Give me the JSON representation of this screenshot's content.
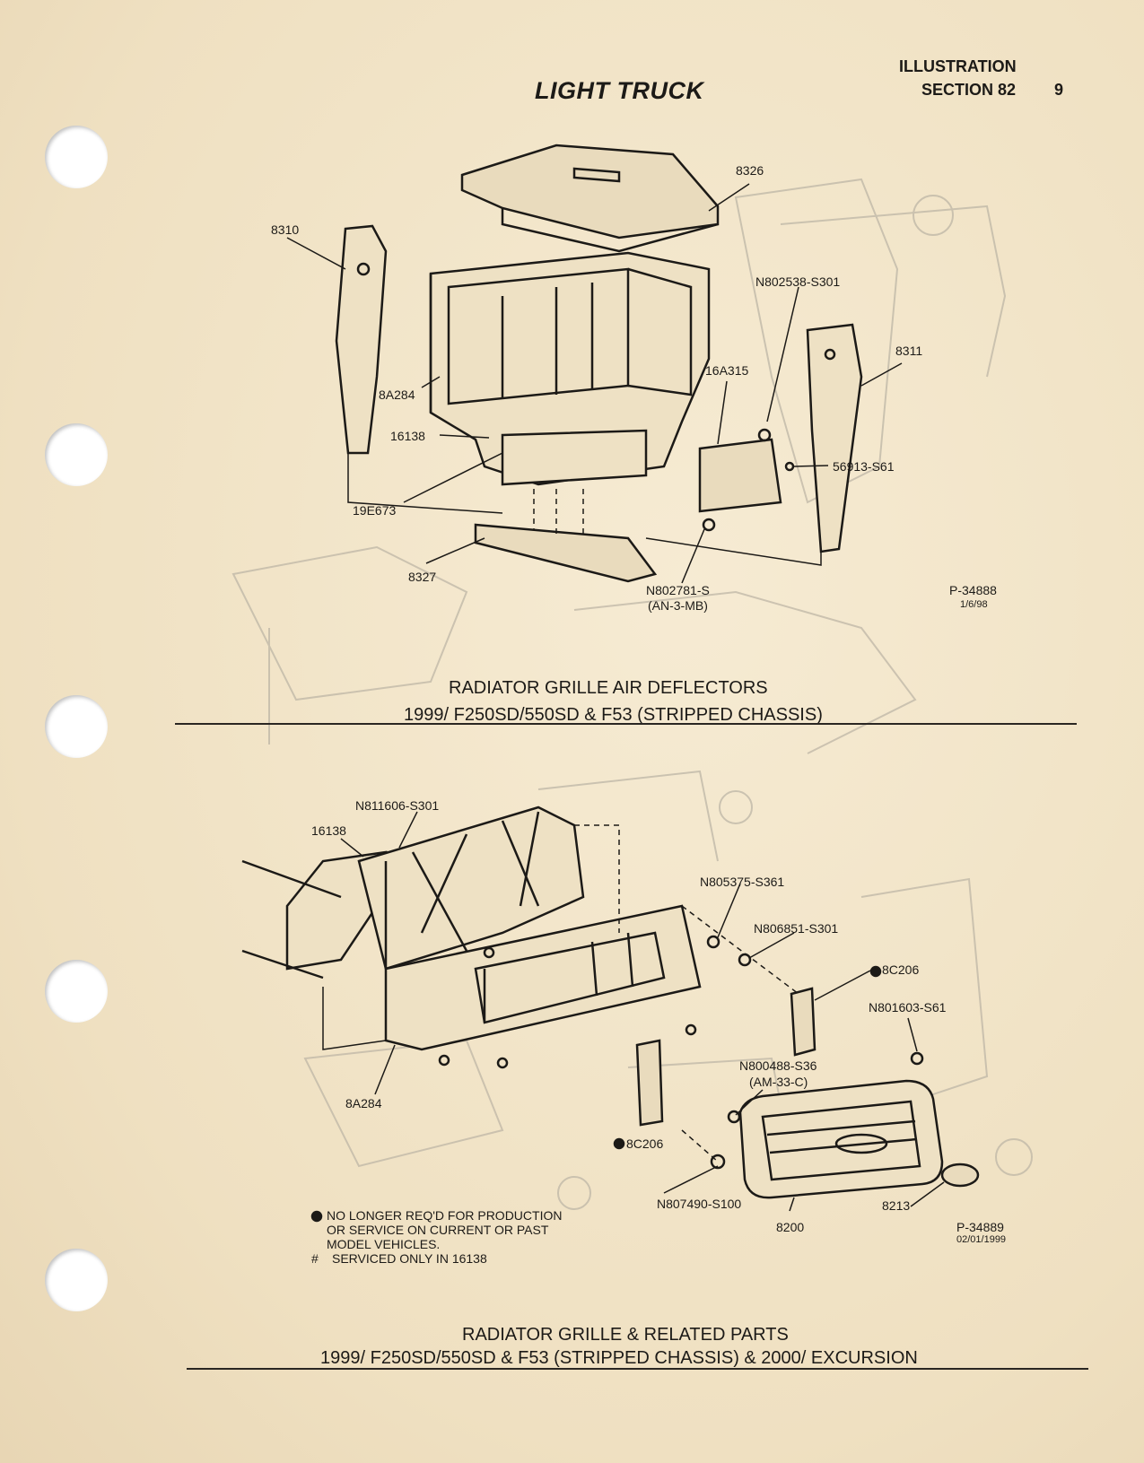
{
  "header": {
    "title": "LIGHT TRUCK",
    "illustration": "ILLUSTRATION",
    "section": "SECTION 82",
    "page_number": "9"
  },
  "figure1": {
    "caption_line1": "RADIATOR GRILLE AIR DEFLECTORS",
    "caption_line2": "1999/ F250SD/550SD & F53 (STRIPPED CHASSIS)",
    "ref_id": "P-34888",
    "ref_date": "1/6/98",
    "labels": {
      "p8326": "8326",
      "p8310": "8310",
      "pN802538": "N802538-S301",
      "p8311": "8311",
      "p16A315": "16A315",
      "p8A284": "8A284",
      "p16138": "16138",
      "p56913": "56913-S61",
      "p19E673": "19E673",
      "p8327": "8327",
      "pN802781": "N802781-S",
      "pN802781b": "(AN-3-MB)"
    }
  },
  "figure2": {
    "caption_line1": "RADIATOR GRILLE & RELATED PARTS",
    "caption_line2": "1999/ F250SD/550SD & F53 (STRIPPED CHASSIS) & 2000/ EXCURSION",
    "ref_id": "P-34889",
    "ref_date": "02/01/1999",
    "labels": {
      "pN811606": "N811606-S301",
      "p16138": "16138",
      "pN805375": "N805375-S361",
      "pN806851": "N806851-S301",
      "p8C206a": "8C206",
      "pN801603": "N801603-S61",
      "pN800488": "N800488-S36",
      "pN800488b": "(AM-33-C)",
      "p8A284": "8A284",
      "p8C206b": "8C206",
      "pN807490": "N807490-S100",
      "p8200": "8200",
      "p8213": "8213"
    },
    "notes": {
      "note1_line1": "NO LONGER REQ'D FOR PRODUCTION",
      "note1_line2": "OR SERVICE ON CURRENT OR PAST",
      "note1_line3": "MODEL VEHICLES.",
      "note2_symbol": "#",
      "note2": "SERVICED ONLY IN 16138"
    }
  },
  "colors": {
    "paper": "#f1e4c8",
    "ink": "#1c1a17",
    "bleed": "#b9b3a4"
  }
}
